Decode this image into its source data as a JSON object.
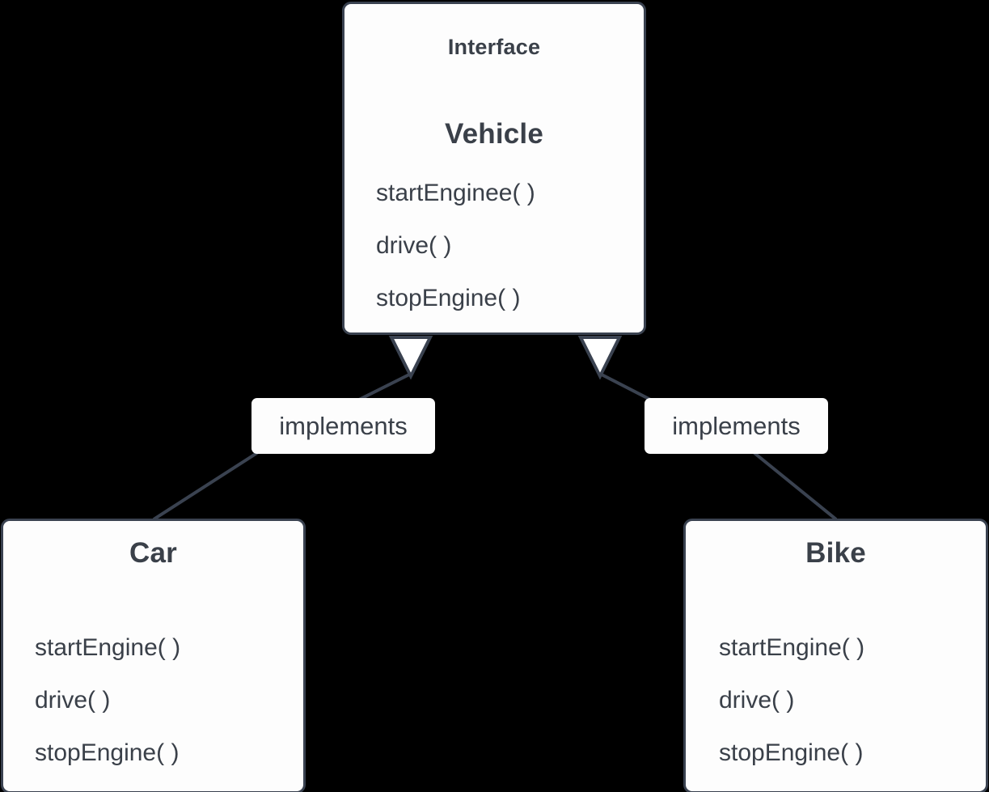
{
  "diagram": {
    "type": "uml-class-diagram",
    "background_color": "#000000",
    "node_fill": "#fdfdfd",
    "node_stroke": "#3a4250",
    "text_color": "#3a4049"
  },
  "nodes": {
    "vehicle": {
      "stereotype": "Interface",
      "title": "Vehicle",
      "members": [
        "startEnginee( )",
        "drive( )",
        "stopEngine( )"
      ]
    },
    "car": {
      "title": "Car",
      "members": [
        "startEngine( )",
        "drive( )",
        "stopEngine( )"
      ]
    },
    "bike": {
      "title": "Bike",
      "members": [
        "startEngine( )",
        "drive( )",
        "stopEngine( )"
      ]
    }
  },
  "edges": [
    {
      "id": "car-implements-vehicle",
      "label": "implements",
      "from": "car",
      "to": "vehicle",
      "arrow": "hollow-triangle"
    },
    {
      "id": "bike-implements-vehicle",
      "label": "implements",
      "from": "bike",
      "to": "vehicle",
      "arrow": "hollow-triangle"
    }
  ]
}
